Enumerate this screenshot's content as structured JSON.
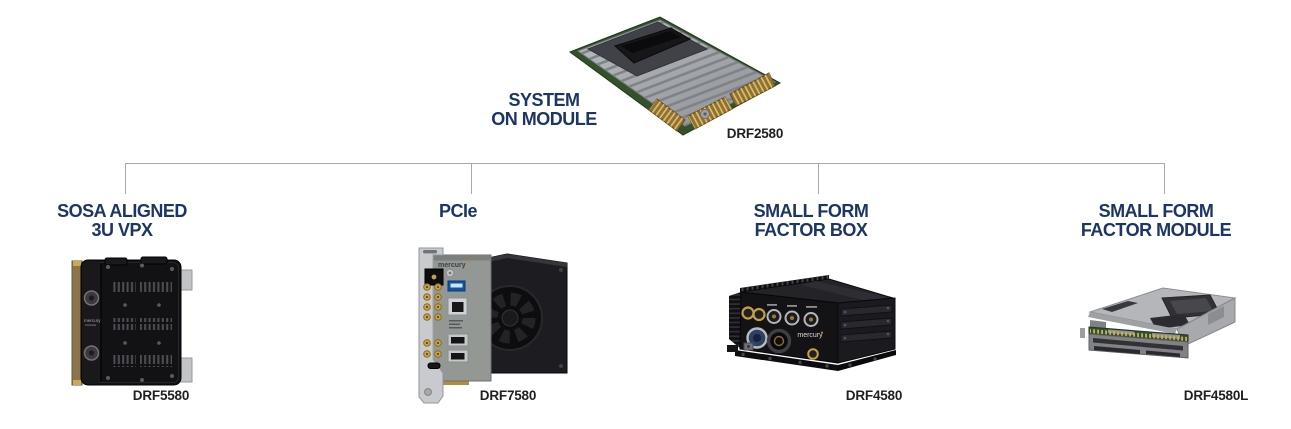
{
  "diagram": {
    "root": {
      "label_lines": [
        "SYSTEM",
        "ON MODULE"
      ],
      "model": "DRF2580",
      "image": "system-on-module-photo"
    },
    "variants": [
      {
        "label_lines": [
          "SOSA ALIGNED",
          "3U VPX"
        ],
        "model": "DRF5580",
        "image": "3u-vpx-card-photo"
      },
      {
        "label_lines": [
          "PCIe",
          ""
        ],
        "model": "DRF7580",
        "image": "pcie-card-photo"
      },
      {
        "label_lines": [
          "SMALL FORM",
          "FACTOR BOX"
        ],
        "model": "DRF4580",
        "image": "small-form-factor-box-photo"
      },
      {
        "label_lines": [
          "SMALL FORM",
          "FACTOR MODULE"
        ],
        "model": "DRF4580L",
        "image": "small-form-factor-module-photo"
      }
    ],
    "brand_text": "mercury"
  },
  "colors": {
    "heading_navy": "#1c3565",
    "model_text": "#1f1f1f",
    "tree_line": "#a9a9a9",
    "background": "#ffffff"
  }
}
